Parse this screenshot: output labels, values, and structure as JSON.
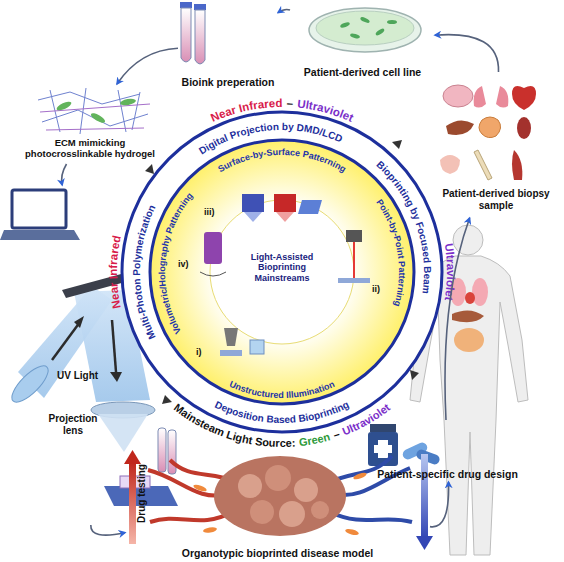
{
  "diagram": {
    "nodes": [
      {
        "text": [
          "Patient-derived cell line"
        ]
      },
      {
        "text": [
          "Bioink preperation"
        ]
      },
      {
        "text": [
          "ECM mimicking photocrosslinkable hydrogel"
        ]
      },
      {
        "text": [
          "Patient-derived biopsy sample"
        ]
      },
      {
        "text": [
          "Light-Assisted Bioprinting Mainstreams"
        ]
      },
      {
        "text": [
          "UV Light",
          "Projection lens"
        ]
      },
      {
        "text": [
          "Patient-specific drug design"
        ]
      },
      {
        "text": [
          "Organotypic bioprinted disease model"
        ]
      }
    ],
    "edges": [
      {
        "from": 3,
        "to": 0,
        "arrow": "to"
      },
      {
        "from": 0,
        "to": 1,
        "arrow": "to"
      },
      {
        "from": 1,
        "to": 2,
        "arrow": "to"
      },
      {
        "from": 2,
        "to": 5,
        "arrow": "to"
      },
      {
        "from": 5,
        "to": 7,
        "arrow": "to"
      },
      {
        "from": 7,
        "to": 6,
        "arrow": "to"
      },
      {
        "from": 6,
        "to": 3,
        "arrow": "to"
      }
    ],
    "labels": [
      "Near Infrared",
      "–",
      "Ultraviolet",
      "Near Infrared",
      "Ultraviolet",
      "Mainsteam Light Source:",
      "Green",
      "–",
      "Ultraviolet",
      "Digital Projection by DMD/LCD",
      "Bioprinting by Focused Beam",
      "Deposition Based Bioprinting",
      "Multi-Photon Polymerization",
      "Surface-by-Surface Patterning",
      "Point-by-Point Patterning",
      "Unstructured Illumination",
      "Volumetric/Holography Patterning",
      "iii)",
      "ii)",
      "i)",
      "iv)",
      "Drug testing"
    ]
  }
}
